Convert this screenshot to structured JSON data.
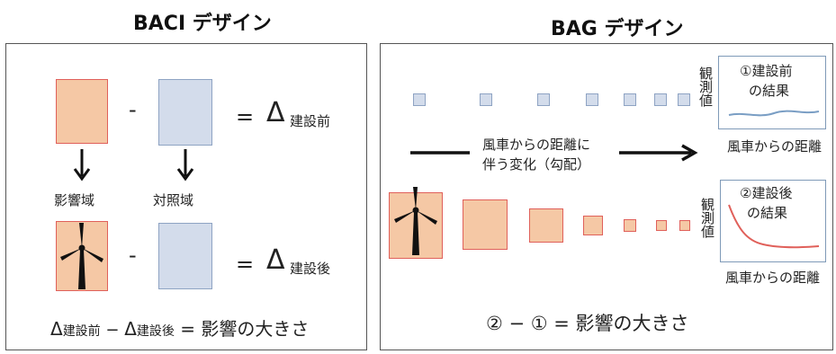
{
  "baci": {
    "title": "BACI デザイン",
    "minus1": "-",
    "minus2": "-",
    "eq1": "=",
    "eq2": "=",
    "delta": "Δ",
    "before_sub": "建設前",
    "after_sub": "建設後",
    "impact_area": "影響域",
    "control_area": "対照域",
    "formula_parts": [
      "Δ",
      "建設前",
      " − ",
      "Δ",
      "建設後",
      " = 影響の大きさ"
    ]
  },
  "bag": {
    "title": "BAG デザイン",
    "gradient_label_line1": "風車からの距離に",
    "gradient_label_line2": "伴う変化（勾配）",
    "graph1": {
      "title_line1": "①建設前",
      "title_line2": "の結果",
      "ylabel": "観測値",
      "xlabel": "風車からの距離"
    },
    "graph2": {
      "title_line1": "②建設後",
      "title_line2": "の結果",
      "ylabel": "観測値",
      "xlabel": "風車からの距離"
    },
    "formula": "② − ① = 影響の大きさ"
  },
  "colors": {
    "impact_fill": "#f5c8a5",
    "impact_border": "#e0605a",
    "control_fill": "#d3dceb",
    "control_border": "#8ea3c3",
    "before_curve": "#7a9ec4",
    "after_curve": "#e0605a"
  },
  "icons": [
    "wind-turbine-icon",
    "down-arrow-icon",
    "right-arrow-icon"
  ]
}
